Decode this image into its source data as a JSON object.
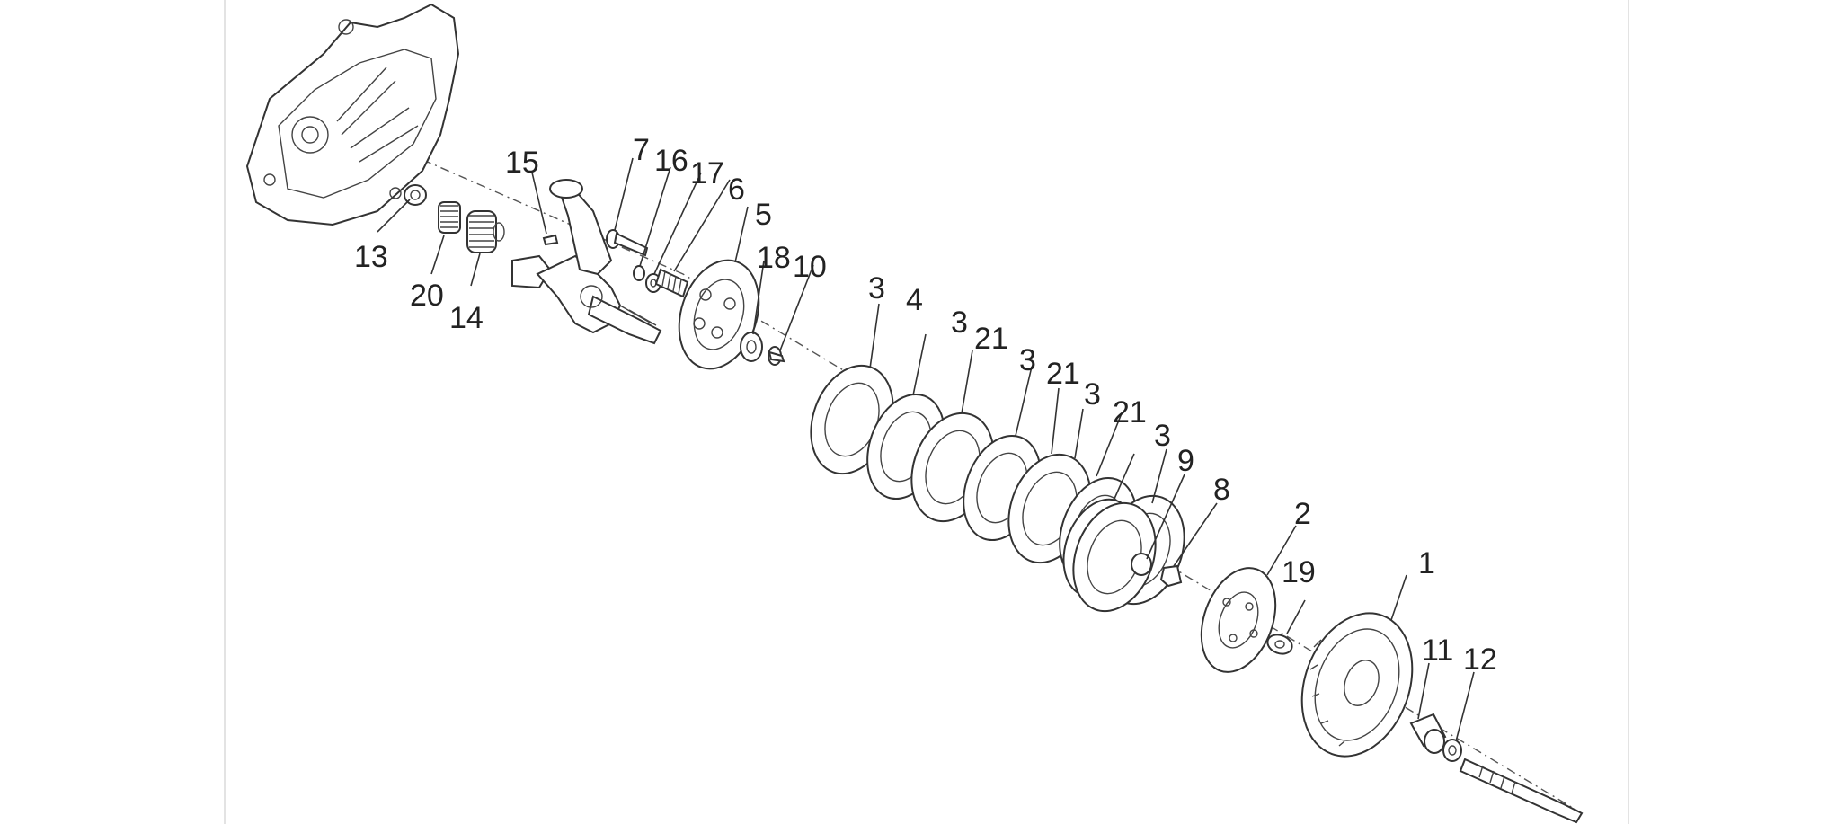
{
  "labels": [
    {
      "id": "p1",
      "text": "1"
    },
    {
      "id": "p2",
      "text": "2"
    },
    {
      "id": "p3a",
      "text": "3"
    },
    {
      "id": "p3b",
      "text": "3"
    },
    {
      "id": "p3c",
      "text": "3"
    },
    {
      "id": "p3d",
      "text": "3"
    },
    {
      "id": "p3e",
      "text": "3"
    },
    {
      "id": "p4",
      "text": "4"
    },
    {
      "id": "p5",
      "text": "5"
    },
    {
      "id": "p6",
      "text": "6"
    },
    {
      "id": "p7",
      "text": "7"
    },
    {
      "id": "p8",
      "text": "8"
    },
    {
      "id": "p9",
      "text": "9"
    },
    {
      "id": "p10",
      "text": "10"
    },
    {
      "id": "p11",
      "text": "11"
    },
    {
      "id": "p12",
      "text": "12"
    },
    {
      "id": "p13",
      "text": "13"
    },
    {
      "id": "p14",
      "text": "14"
    },
    {
      "id": "p15",
      "text": "15"
    },
    {
      "id": "p16",
      "text": "16"
    },
    {
      "id": "p17",
      "text": "17"
    },
    {
      "id": "p18",
      "text": "18"
    },
    {
      "id": "p19",
      "text": "19"
    },
    {
      "id": "p20",
      "text": "20"
    },
    {
      "id": "p21a",
      "text": "21"
    },
    {
      "id": "p21b",
      "text": "21"
    },
    {
      "id": "p21c",
      "text": "21"
    }
  ]
}
